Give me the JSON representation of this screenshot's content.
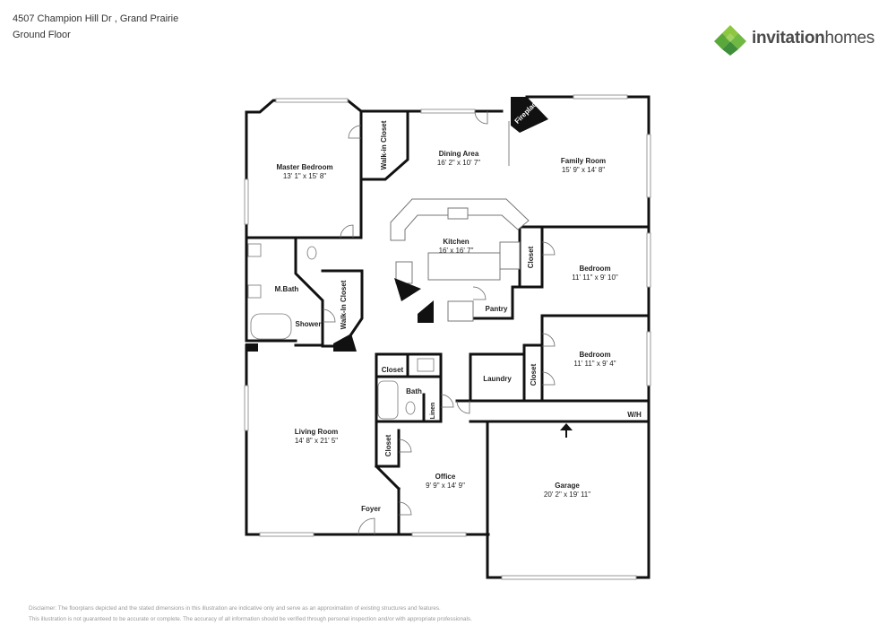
{
  "header": {
    "address": "4507 Champion Hill Dr , Grand Prairie",
    "floor": "Ground Floor"
  },
  "brand": {
    "logo_text_bold": "invitation",
    "logo_text_regular": "homes",
    "colors": {
      "green_dark": "#3f8f3a",
      "green_light": "#8dc63f",
      "text": "#4a4a4a"
    },
    "icon": "diamond-cluster-logo-icon"
  },
  "rooms": {
    "master_bedroom": {
      "name": "Master Bedroom",
      "dim": "13' 1\" x 15' 8\""
    },
    "walk_in_closet_1": {
      "name": "Walk-in Closet"
    },
    "dining_area": {
      "name": "Dining Area",
      "dim": "16' 2\" x 10' 7\""
    },
    "fireplace": {
      "name": "Fireplace"
    },
    "family_room": {
      "name": "Family Room",
      "dim": "15' 9\" x 14' 8\""
    },
    "kitchen": {
      "name": "Kitchen",
      "dim": "16' x 16' 7\""
    },
    "closet_bed1": {
      "name": "Closet"
    },
    "bedroom_1": {
      "name": "Bedroom",
      "dim": "11' 11\" x 9' 10\""
    },
    "m_bath": {
      "name": "M.Bath"
    },
    "shower": {
      "name": "Shower"
    },
    "walk_in_closet_2": {
      "name": "Walk-In Closet"
    },
    "pantry": {
      "name": "Pantry"
    },
    "closet_hall": {
      "name": "Closet"
    },
    "bath": {
      "name": "Bath"
    },
    "linen": {
      "name": "Linen"
    },
    "laundry": {
      "name": "Laundry"
    },
    "closet_bed2": {
      "name": "Closet"
    },
    "bedroom_2": {
      "name": "Bedroom",
      "dim": "11' 11\" x 9' 4\""
    },
    "wh": {
      "name": "W/H"
    },
    "living_room": {
      "name": "Living Room",
      "dim": "14' 8\" x 21' 5\""
    },
    "closet_office": {
      "name": "Closet"
    },
    "office": {
      "name": "Office",
      "dim": "9' 9\" x 14' 9\""
    },
    "garage": {
      "name": "Garage",
      "dim": "20' 2\" x 19' 11\""
    },
    "foyer": {
      "name": "Foyer"
    }
  },
  "disclaimer": {
    "line1": "Disclaimer: The floorplans depicted and the stated dimensions in this illustration are indicative only and serve as an approximation of existing structures and features.",
    "line2": "This illustration is not guaranteed to be accurate or complete. The accuracy of all information should be verified through personal inspection and/or with appropriate professionals."
  }
}
